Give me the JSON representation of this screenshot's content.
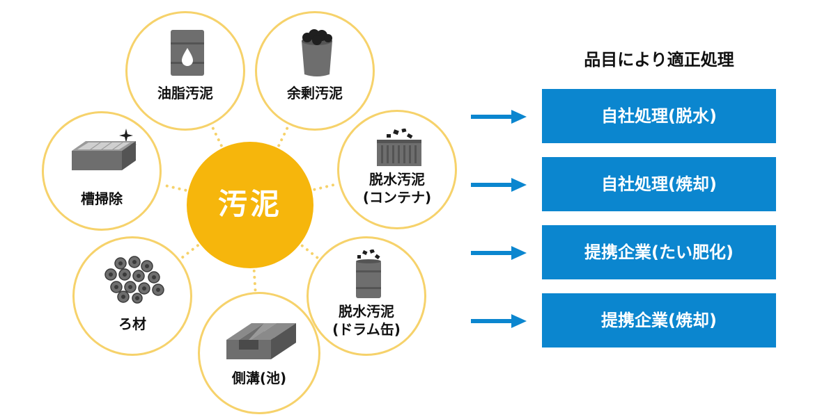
{
  "center": {
    "label": "汚泥",
    "color": "#f6b60c"
  },
  "nodes": [
    {
      "id": "oil-sludge",
      "label": "油脂汚泥",
      "icon": "oil-drum-icon"
    },
    {
      "id": "excess-sludge",
      "label": "余剰汚泥",
      "icon": "sludge-bucket-icon"
    },
    {
      "id": "dewatered-container",
      "label": "脱水汚泥\n(コンテナ)",
      "icon": "container-icon"
    },
    {
      "id": "dewatered-drum",
      "label": "脱水汚泥\n(ドラム缶)",
      "icon": "sludge-drum-icon"
    },
    {
      "id": "side-ditch",
      "label": "側溝(池)",
      "icon": "gutter-icon"
    },
    {
      "id": "filter-media",
      "label": "ろ材",
      "icon": "filter-media-icon"
    },
    {
      "id": "tank-cleaning",
      "label": "槽掃除",
      "icon": "tank-icon"
    }
  ],
  "right": {
    "heading": "品目により適正処理",
    "results": [
      "自社処理(脱水)",
      "自社処理(焼却)",
      "提携企業(たい肥化)",
      "提携企業(焼却)"
    ]
  },
  "colors": {
    "ring": "#f6d26b",
    "result_box": "#0b86cf",
    "arrow": "#0b86cf",
    "icon": "#6e6e6e"
  }
}
